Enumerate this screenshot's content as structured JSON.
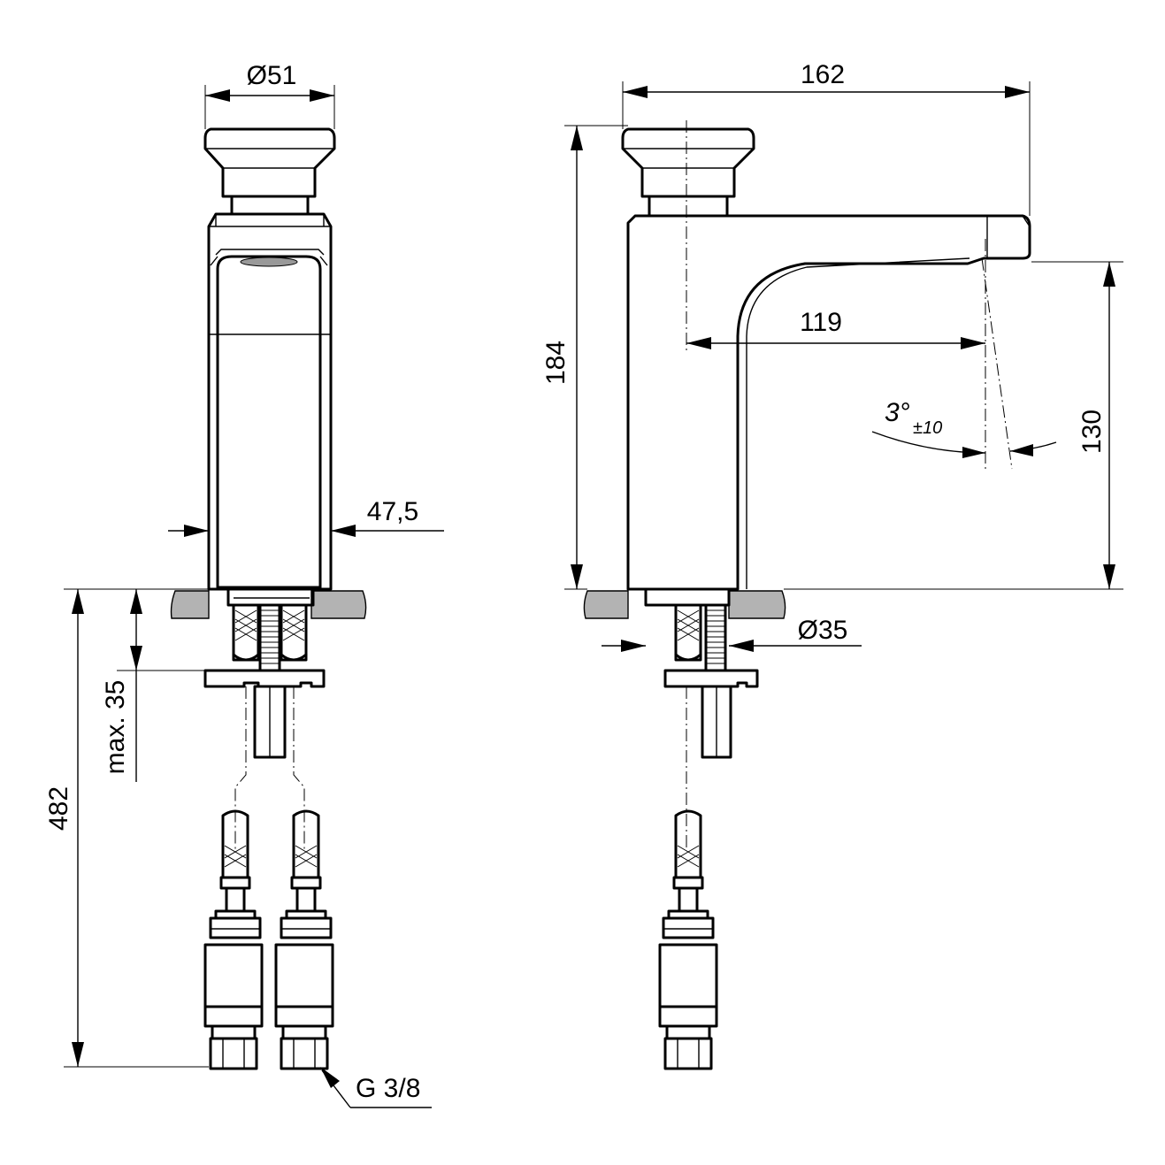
{
  "dimensions": {
    "knob_diameter": "Ø51",
    "body_width": "47,5",
    "total_depth": "482",
    "max_counter_thickness": "max. 35",
    "overall_length": "162",
    "overall_height": "184",
    "spout_reach": "119",
    "spout_height": "130",
    "spout_angle": "3°",
    "spout_angle_tol": "±10",
    "shank_diameter": "Ø35",
    "thread": "G 3/8"
  }
}
